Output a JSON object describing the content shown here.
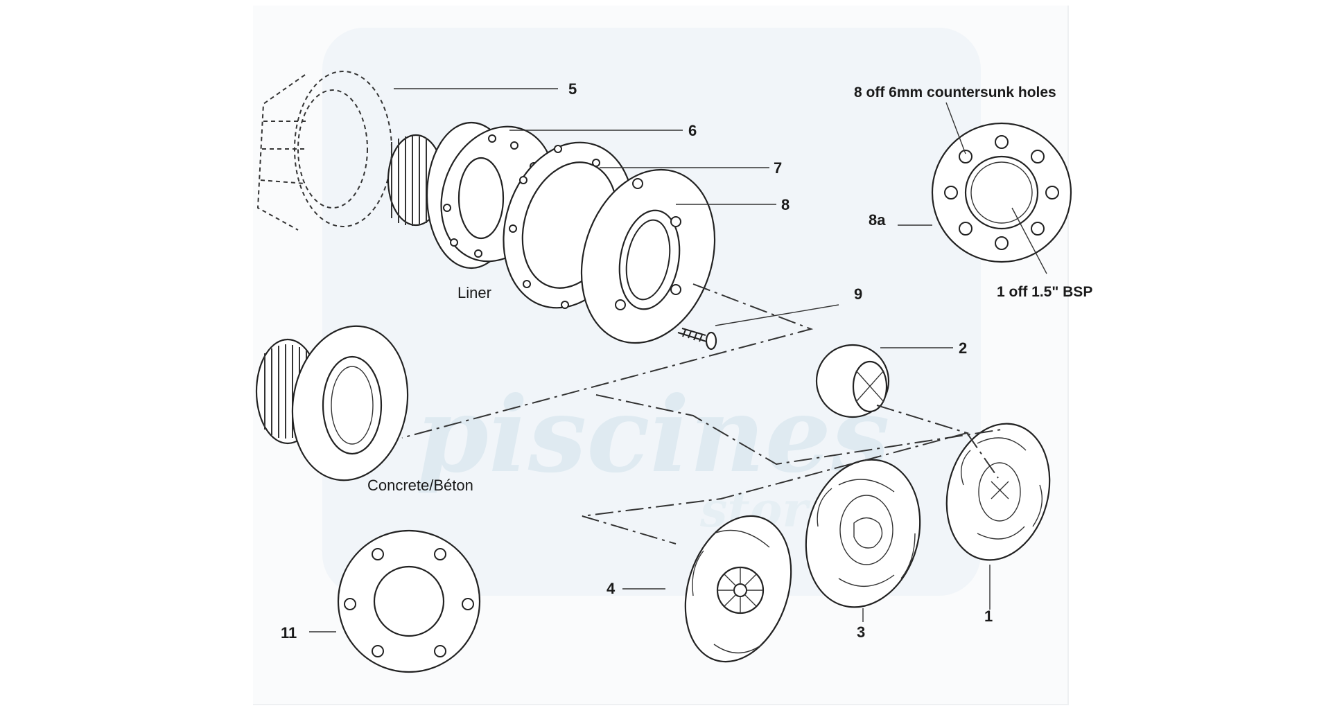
{
  "diagram": {
    "callouts": [
      "1",
      "2",
      "3",
      "4",
      "5",
      "6",
      "7",
      "8",
      "8a",
      "9",
      "11"
    ],
    "captions": {
      "liner": "Liner",
      "concrete": "Concrete/Béton",
      "countersunk": "8 off 6mm countersunk holes",
      "bsp": "1 off 1.5\" BSP"
    },
    "watermark": {
      "brand": "piscines",
      "sub": "store"
    }
  },
  "colors": {
    "line": "#222222",
    "watermark": "#d9e7ef",
    "background": "#ffffff"
  }
}
